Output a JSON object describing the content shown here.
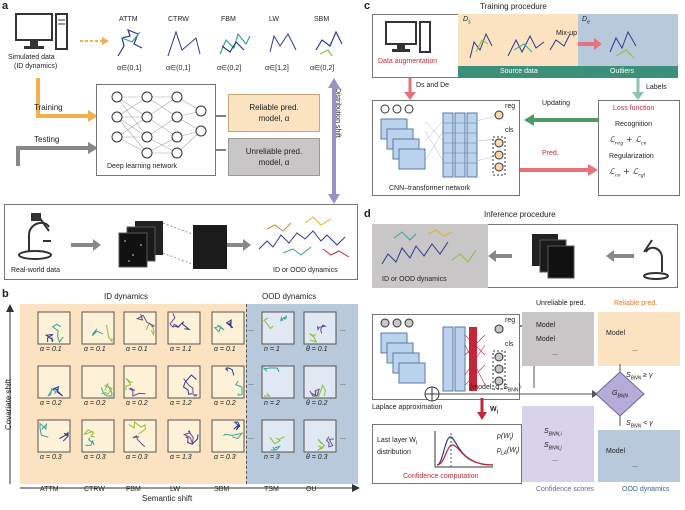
{
  "panel_a": {
    "label": "a",
    "simulated_data": "Simulated data",
    "simulated_sub": "(ID dynamics)",
    "models": [
      {
        "name": "ATTM",
        "range": "α∈(0,1]"
      },
      {
        "name": "CTRW",
        "range": "α∈(0,1]"
      },
      {
        "name": "FBM",
        "range": "α∈(0,2]"
      },
      {
        "name": "LW",
        "range": "α∈[1,2]"
      },
      {
        "name": "SBM",
        "range": "α∈(0,2]"
      }
    ],
    "training": "Training",
    "testing": "Testing",
    "network": "Deep learning network",
    "reliable": "Reliable pred. model, α",
    "unreliable": "Unreliable pred. model, α",
    "shift": "Distribution shift",
    "real_world": "Real-world data",
    "id_ood": "ID or OOD dynamics"
  },
  "panel_b": {
    "label": "b",
    "id_title": "ID dynamics",
    "ood_title": "OOD dynamics",
    "covariate": "Covariate shift",
    "semantic": "Semantic shift",
    "columns": [
      "ATTM",
      "CTRW",
      "FBM",
      "LW",
      "SBM",
      "TSM",
      "OU"
    ],
    "rows": [
      [
        "α = 0.1",
        "α = 0.1",
        "α = 0.1",
        "α = 1.1",
        "α = 0.1",
        "n = 1",
        "θ = 0.1"
      ],
      [
        "α = 0.2",
        "α = 0.2",
        "α = 0.2",
        "α = 1.2",
        "α = 0.2",
        "n = 2",
        "θ = 0.2"
      ],
      [
        "α = 0.3",
        "α = 0.3",
        "α = 0.3",
        "α = 1.3",
        "α = 0.3",
        "n = 3",
        "θ = 0.3"
      ]
    ],
    "ellipsis": "..."
  },
  "panel_c": {
    "label": "c",
    "title": "Training procedure",
    "ds": "D",
    "ds_sub": "s",
    "de": "D",
    "de_sub": "e",
    "mixup": "Mix-up",
    "source": "Source data",
    "outliers": "Outliers",
    "augmentation": "Data augmentation",
    "labels": "Labels",
    "ds_de": "Ds and De",
    "reg": "reg",
    "cls": "cls",
    "updating": "Updating",
    "loss": "Loss function",
    "recognition": "Recognition",
    "regularization": "Regularization",
    "pred": "Pred.",
    "network": "CNN–transformer network",
    "l_reg": "reg",
    "l_ce": "ce",
    "l_rgl": "rgl"
  },
  "panel_d": {
    "label": "d",
    "title": "Inference procedure",
    "id_ood": "ID or OOD dynamics",
    "reg": "reg",
    "cls": "cls",
    "unreliable": "Unreliable pred.",
    "reliable": "Reliable pred.",
    "model_rows": [
      "Model",
      "Model"
    ],
    "tuple": "(model, α, S",
    "tuple_sub": "BNN",
    "gbnn": "G",
    "gbnn_sub": "BNN",
    "ge": "S",
    "ge_sub": "BNN",
    "laplace": "Laplace approximation",
    "wl": "W",
    "last_layer": "Last layer W",
    "distribution": "distribution",
    "confidence_comp": "Confidence computation",
    "p_w": "p(W",
    "p_la": "p",
    "conf_scores": "Confidence scores",
    "ood_dyn": "OOD dynamics",
    "ellipsis": "..."
  },
  "colors": {
    "orange": "#f4b04f",
    "peach": "#fbe3c2",
    "gray_box": "#c8c6c7",
    "purple": "#9d90c4",
    "lavender": "#d8d2ea",
    "blue_bg": "#b8c9dc",
    "teal": "#3c8f78",
    "green_arrow": "#4e9a67",
    "red": "#c2283a",
    "pink_arrow": "#e7727b",
    "net_blue": "#bcd3ee"
  }
}
